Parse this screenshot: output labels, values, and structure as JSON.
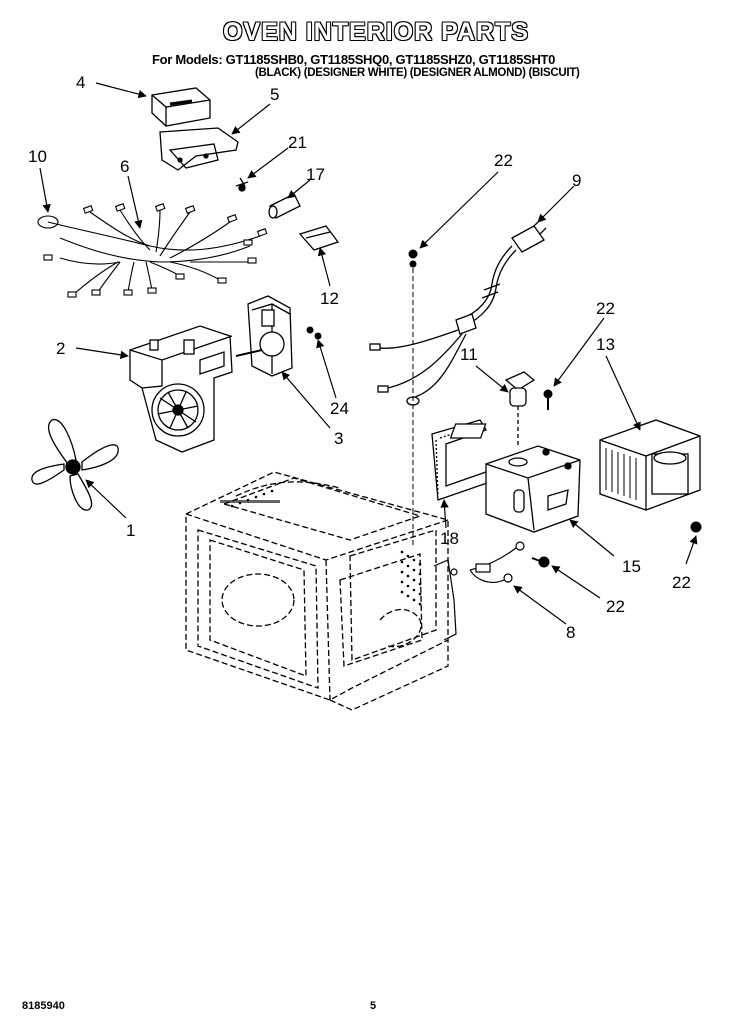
{
  "header": {
    "title": "OVEN INTERIOR PARTS",
    "models": "For Models: GT1185SHB0, GT1185SHQ0, GT1185SHZ0, GT1185SHT0",
    "colors": "(BLACK) (DESIGNER WHITE) (DESIGNER ALMOND) (BISCUIT)"
  },
  "callouts": [
    {
      "id": "c4",
      "label": "4"
    },
    {
      "id": "c5",
      "label": "5"
    },
    {
      "id": "c21",
      "label": "21"
    },
    {
      "id": "c10",
      "label": "10"
    },
    {
      "id": "c6",
      "label": "6"
    },
    {
      "id": "c17",
      "label": "17"
    },
    {
      "id": "c12",
      "label": "12"
    },
    {
      "id": "c22a",
      "label": "22"
    },
    {
      "id": "c9",
      "label": "9"
    },
    {
      "id": "c22b",
      "label": "22"
    },
    {
      "id": "c13",
      "label": "13"
    },
    {
      "id": "c11",
      "label": "11"
    },
    {
      "id": "c2",
      "label": "2"
    },
    {
      "id": "c24",
      "label": "24"
    },
    {
      "id": "c3",
      "label": "3"
    },
    {
      "id": "c18",
      "label": "18"
    },
    {
      "id": "c1",
      "label": "1"
    },
    {
      "id": "c15",
      "label": "15"
    },
    {
      "id": "c22c",
      "label": "22"
    },
    {
      "id": "c22d",
      "label": "22"
    },
    {
      "id": "c8",
      "label": "8"
    }
  ],
  "footer": {
    "doc_number": "8185940",
    "page": "5"
  }
}
